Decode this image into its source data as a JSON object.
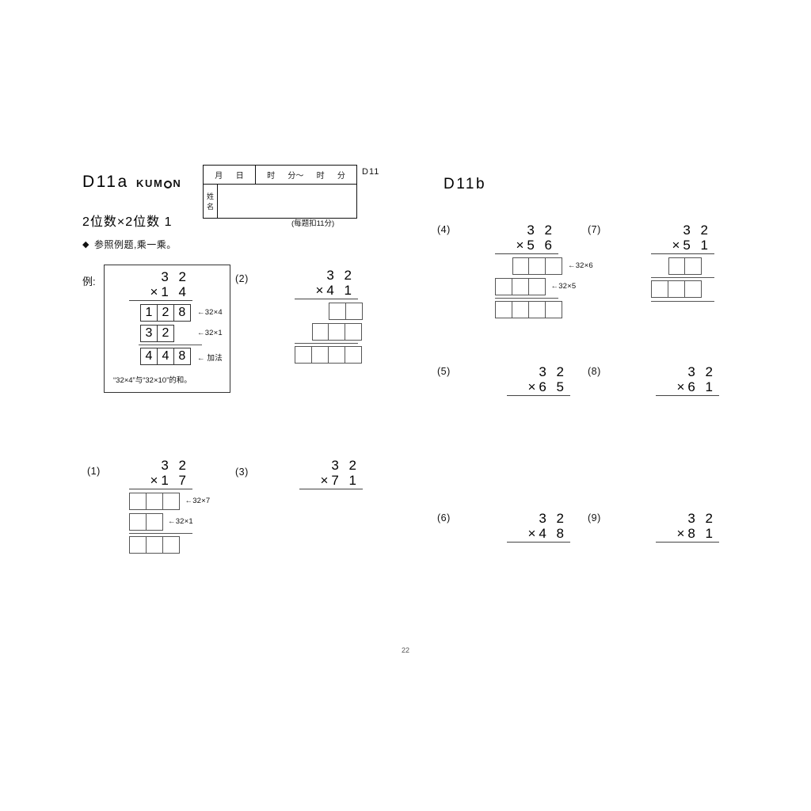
{
  "left_page": {
    "code": "D11a",
    "logo": {
      "pre": "KUM",
      "ring_icon": "circle-o-icon",
      "post": "N"
    },
    "title": "2位数×2位数 1",
    "instruction": {
      "bullet": "◆",
      "text": "参照例题,乘一乘。"
    },
    "header_box": {
      "month": "月",
      "day": "日",
      "hour_start": "时",
      "minute_start": "分～",
      "hour_end": "时",
      "minute_end": "分",
      "name_label_char1": "姓",
      "name_label_char2": "名",
      "name_value": ""
    },
    "doc_code": "D11",
    "score_note": "(每题扣11分)",
    "example": {
      "label": "例:",
      "multiplicand": "3 2",
      "multiplier": "×1 4",
      "partial1": [
        "1",
        "2",
        "8"
      ],
      "partial1_note": "←32×4",
      "partial2": [
        "3",
        "2"
      ],
      "partial2_note": "←32×1",
      "total": [
        "4",
        "4",
        "8"
      ],
      "total_note": "← 加法",
      "footnote": "“32×4”与“32×10”的和。"
    }
  },
  "right_page": {
    "code": "D11b"
  },
  "page_number": "22",
  "problems": [
    {
      "id": "1",
      "number": "(1)",
      "multiplicand": "3 2",
      "multiplier": "×1 7",
      "rows": [
        {
          "cells": 3,
          "offset": 0,
          "note": "←32×7"
        },
        {
          "cells": 2,
          "offset": 0,
          "note": "←32×1"
        },
        {
          "cells": 3,
          "offset": 0,
          "note": ""
        }
      ]
    },
    {
      "id": "2",
      "number": "(2)",
      "multiplicand": "3 2",
      "multiplier": "×4 1",
      "rows": [
        {
          "cells": 2,
          "offset": 2,
          "note": ""
        },
        {
          "cells": 3,
          "offset": 1,
          "note": ""
        },
        {
          "cells": 4,
          "offset": 0,
          "note": ""
        }
      ]
    },
    {
      "id": "3",
      "number": "(3)",
      "multiplicand": "3 2",
      "multiplier": "×7 1",
      "rows": []
    },
    {
      "id": "4",
      "number": "(4)",
      "multiplicand": "3 2",
      "multiplier": "×5 6",
      "rows": [
        {
          "cells": 3,
          "offset": 1,
          "note": "←32×6"
        },
        {
          "cells": 3,
          "offset": 0,
          "note": "←32×5"
        },
        {
          "cells": 4,
          "offset": 0,
          "note": ""
        }
      ]
    },
    {
      "id": "5",
      "number": "(5)",
      "multiplicand": "3 2",
      "multiplier": "×6 5",
      "rows": []
    },
    {
      "id": "6",
      "number": "(6)",
      "multiplicand": "3 2",
      "multiplier": "×4 8",
      "rows": []
    },
    {
      "id": "7",
      "number": "(7)",
      "multiplicand": "3 2",
      "multiplier": "×5 1",
      "rows": [
        {
          "cells": 2,
          "offset": 1,
          "note": ""
        },
        {
          "cells": 3,
          "offset": 0,
          "note": ""
        }
      ]
    },
    {
      "id": "8",
      "number": "(8)",
      "multiplicand": "3 2",
      "multiplier": "×6 1",
      "rows": []
    },
    {
      "id": "9",
      "number": "(9)",
      "multiplicand": "3 2",
      "multiplier": "×8 1",
      "rows": []
    }
  ]
}
